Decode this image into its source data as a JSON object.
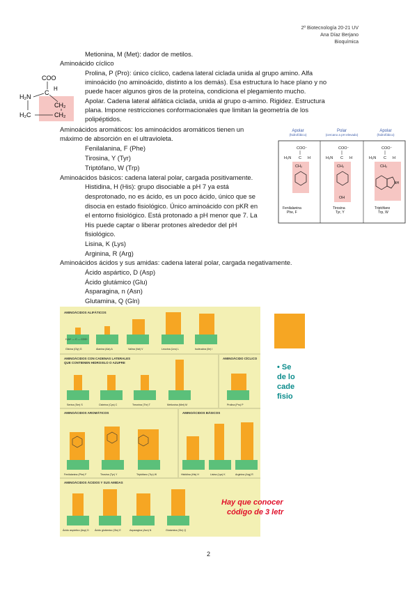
{
  "header": {
    "line1": "2º Biotecnología 20-21 UV",
    "line2": "Ana Díaz Berjano",
    "line3": "Bioquímica"
  },
  "lines": {
    "met": "Metionina, M (Met): dador de metilos.",
    "ciclico": "Aminoácido cíclico",
    "pro1": "Prolina, P (Pro): único cíclico, cadena lateral ciclada unida al grupo amino. Alfa",
    "pro2": "iminoácido (no aminoácido, distinto a los demás). Esa estructura lo hace plano y no",
    "pro3": "puede hacer algunos giros de la proteína, condiciona el plegamiento mucho.",
    "pro4": "Apolar. Cadena lateral alifática ciclada, unida al grupo α-amino. Rigidez. Estructura",
    "pro5": "plana. Impone restricciones conformacionales que limitan la geometría de los",
    "pro6": "polipéptidos.",
    "arom1": "Aminoácidos aromáticos: los aminoácidos aromáticos tienen un",
    "arom2": "máximo de absorción en el ultravioleta.",
    "phe": "Fenilalanina, F (Phe)",
    "tyr": "Tirosina, Y (Tyr)",
    "trp": "Triptófano, W (Trp)",
    "bas": "Aminoácidos básicos: cadena lateral polar, cargada positivamente.",
    "his1": "Histidina, H (His): grupo disociable a pH 7 ya está",
    "his2": "desprotonado, no es ácido, es un poco ácido, único que se",
    "his3": "disocia en estado fisiológico. Único aminoácido con pKR en",
    "his4": "el entorno fisiológico. Está protonado a pH menor que 7. La",
    "his5": "His puede captar o liberar protones alrededor del pH",
    "his6": "fisiológico.",
    "lys": "Lisina, K (Lys)",
    "arg": "Arginina, R (Arg)",
    "acid": "Aminoácidos ácidos y sus amidas: cadena lateral polar, cargada negativamente.",
    "asp": "Ácido aspártico, D (Asp)",
    "glu": "Ácido glutámico (Glu)",
    "asn": "Asparagina, n (Asn)",
    "gln": "Glutamina, Q (Gln)"
  },
  "proline_struct": {
    "coo": "COO",
    "h2n": "H₂N",
    "c": "C",
    "h": "H",
    "ch2a": "CH₂",
    "h2c": "H₂C",
    "ch2b": "CH₂"
  },
  "aromatic_fig": {
    "col1_head": "Apolar",
    "col1_sub": "(hidrofóbico)",
    "col2_head": "Polar",
    "col2_sub": "(cercano a pH elevado)",
    "col3_head": "Apolar",
    "col3_sub": "(hidrofóbico)",
    "col1_name": "Fenilalanina",
    "col1_abbr": "Phe, F",
    "col2_name": "Tirosina",
    "col2_abbr": "Tyr, Y",
    "col3_name": "Triptófano",
    "col3_abbr": "Trp, W",
    "coo": "COO⁻",
    "h3n": "H₃N",
    "c": "C",
    "h": "H",
    "ch2": "CH₂",
    "oh": "OH",
    "nh": "NH"
  },
  "aa_table": {
    "sec_alif": "AMINOÁCIDOS ALIFÁTICOS",
    "sec_hidrox1": "AMINOÁCIDOS CON CADENAS LATERALES",
    "sec_hidrox2": "QUE CONTIENEN HIDROXILO O AZUFRE",
    "sec_cic": "AMINOÁCIDO CÍCLICO",
    "sec_arom": "AMINOÁCIDOS AROMÁTICOS",
    "sec_bas": "AMINOÁCIDOS BÁSICOS",
    "sec_acid": "AMINOÁCIDOS ÁCIDOS Y SUS AMIDAS",
    "alif": [
      "Glicina (Gly) G",
      "Alanina (Ala) A",
      "Valina (Val) V",
      "Leucina (Leu) L",
      "Isoleucina (Ile) I"
    ],
    "hidrox": [
      "Serina (Ser) S",
      "Cisteína (Cys) C",
      "Treonina (Thr) T",
      "Metionina (Met) M"
    ],
    "cic": [
      "Prolina (Pro) P"
    ],
    "arom": [
      "Fenilalanina (Phe) F",
      "Tirosina (Tyr) Y",
      "Triptófano (Trp) W"
    ],
    "bas": [
      "Histidina (His) H",
      "Lisina (Lys) K",
      "Arginina (Arg) R"
    ],
    "acid": [
      "Ácido aspártico (Asp) D",
      "Ácido glutámico (Glu) E",
      "Asparagina (Asn) N",
      "Glutamina (Gln) Q"
    ],
    "backbone": "H₃N⁺ — C — COO⁻",
    "side_teal": "• Se",
    "side_t2": "de lo",
    "side_t3": "cade",
    "side_t4": "fisio",
    "note1": "Hay que conocer",
    "note2": "código de 3 letr"
  },
  "page_number": "2",
  "colors": {
    "table_bg": "#f3f0b4",
    "side_orange": "#f6a623",
    "highlight_pink": "#f6c6c3",
    "teal": "#0b8c8c",
    "red_note": "#e0102a"
  }
}
